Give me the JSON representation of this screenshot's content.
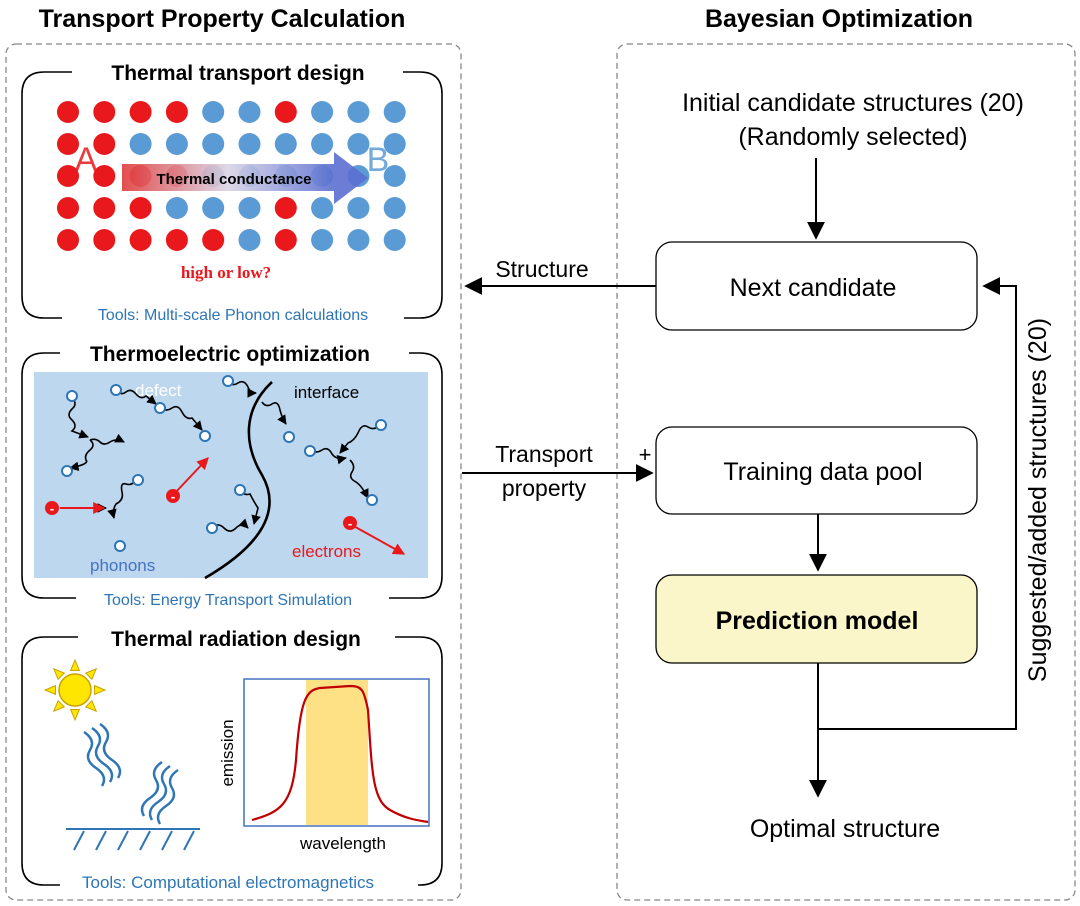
{
  "left_header": "Transport Property Calculation",
  "right_header": "Bayesian Optimization",
  "panel_thermal": {
    "title": "Thermal transport design",
    "label_a": "A",
    "label_b": "B",
    "arrow_text": "Thermal conductance",
    "question": "high or low?",
    "tools": "Tools: Multi-scale Phonon calculations",
    "colors": {
      "red": "#e8181c",
      "blue": "#5b9bd5"
    }
  },
  "panel_thermoelectric": {
    "title": "Thermoelectric optimization",
    "defect": "defect",
    "interface": "interface",
    "phonons": "phonons",
    "electrons": "electrons",
    "electron_symbol": "-",
    "tools": "Tools: Energy Transport Simulation",
    "colors": {
      "background": "#bdd7ee",
      "electron": "#e8181c",
      "phonon": "#2e75b6"
    }
  },
  "panel_radiation": {
    "title": "Thermal radiation design",
    "ylabel": "emission",
    "xlabel": "wavelength",
    "tools": "Tools: Computational electromagnetics",
    "colors": {
      "band": "#ffd966",
      "curve": "#c00000",
      "sun": "#ffe600",
      "waves": "#2e75b6"
    }
  },
  "flow": {
    "initial_line1": "Initial candidate structures (20)",
    "initial_line2": "(Randomly selected)",
    "next_candidate": "Next candidate",
    "training_pool": "Training data pool",
    "prediction_model": "Prediction model",
    "optimal": "Optimal structure",
    "suggested": "Suggested/added structures (20)",
    "structure_label": "Structure",
    "transport_line1": "Transport",
    "transport_line2": "property",
    "plus": "+",
    "colors": {
      "model_fill": "#fbf6c9"
    }
  }
}
